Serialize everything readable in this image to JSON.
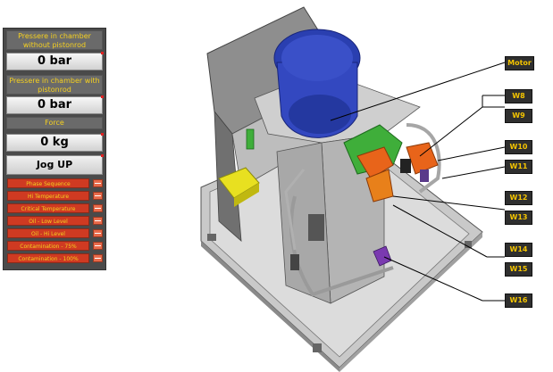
{
  "panel": {
    "chamber_no_rod_title": "Pressere in chamber without pistonrod",
    "chamber_no_rod_value": "0 bar",
    "chamber_rod_title": "Pressere in chamber with pistonrod",
    "chamber_rod_value": "0 bar",
    "force_title": "Force",
    "force_value": "0 kg",
    "jog_label": "Jog UP",
    "alarms": [
      {
        "label": "Phase Sequence"
      },
      {
        "label": "Hi Temperature"
      },
      {
        "label": "Critical Temperature"
      },
      {
        "label": "Oil - Low Level"
      },
      {
        "label": "Oil - Hi Level"
      },
      {
        "label": "Contamination - 75%"
      },
      {
        "label": "Contamination - 100%"
      }
    ]
  },
  "tags": {
    "motor": "Motor",
    "w8": "W8",
    "w9": "W9",
    "w10": "W10",
    "w11": "W11",
    "w12": "W12",
    "w13": "W13",
    "w14": "W14",
    "w15": "W15",
    "w16": "W16"
  },
  "colors": {
    "panel_bg": "#4a4a4a",
    "title_text": "#f5d020",
    "alarm_bg": "#cf3a22",
    "tag_bg": "#2f2f2f",
    "tag_text": "#f4c400",
    "motor": "#2a3fb0",
    "valve_green": "#3fae3a",
    "valve_orange": "#e06a1a",
    "sensor_yellow": "#e8e020",
    "sensor_purple": "#7a3ab0"
  }
}
